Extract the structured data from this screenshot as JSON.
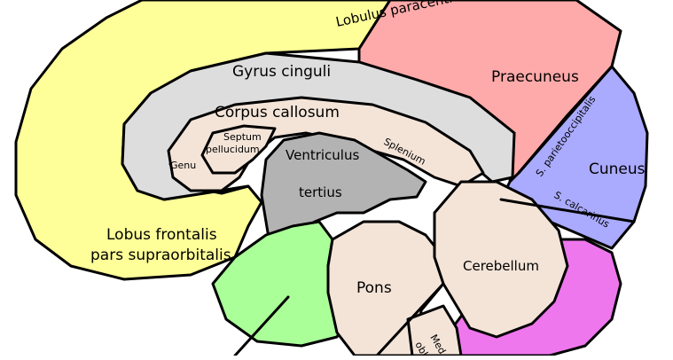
{
  "colors": {
    "frontal": "#ffff99",
    "parietal": "#ffaaaa",
    "occipital": "#aaaaff",
    "cingulate": "#dddddd",
    "callosum": "#f4e4d8",
    "ventricle": "#b3b3b3",
    "hypothalamus": "#aaff99",
    "cerebellum_body": "#f4e4d8",
    "cerebellum_outer": "#ee77ee",
    "outline": "#000000"
  },
  "labels": {
    "paracentral": "Lobulus paracentralis",
    "praecuneus": "Praecuneus",
    "gyrus_cinguli": "Gyrus cinguli",
    "corpus_callosum": "Corpus callosum",
    "septum_1": "Septum",
    "septum_2": "pellucidum",
    "genu": "Genu",
    "splenium": "Splenium",
    "ventriculus_1": "Ventriculus",
    "ventriculus_2": "tertius",
    "parieto_occipitalis": "S. parietooccipitalis",
    "cuneus": "Cuneus",
    "calcarinus": "S. calcarinus",
    "frontalis_1": "Lobus frontalis",
    "frontalis_2": "pars supraorbitalis",
    "pons": "Pons",
    "cerebellum": "Cerebellum",
    "medulla_1": "Med",
    "medulla_2": "obl"
  }
}
